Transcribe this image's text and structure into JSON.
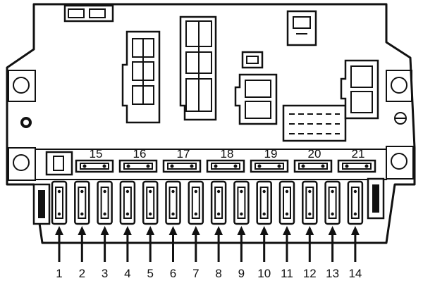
{
  "diagram": {
    "upper_fuse_labels": [
      "15",
      "16",
      "17",
      "18",
      "19",
      "20",
      "21"
    ],
    "lower_fuse_labels": [
      "1",
      "2",
      "3",
      "4",
      "5",
      "6",
      "7",
      "8",
      "9",
      "10",
      "11",
      "12",
      "13",
      "14"
    ]
  }
}
